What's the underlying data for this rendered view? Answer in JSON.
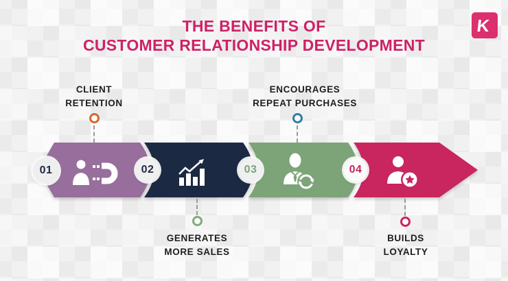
{
  "title": {
    "line1": "THE BENEFITS OF",
    "line2": "CUSTOMER RELATIONSHIP DEVELOPMENT",
    "color": "#CE2167"
  },
  "logo": {
    "monogram": "K",
    "background_color": "#DC2F6E"
  },
  "band": {
    "direction": "left-to-right",
    "arrowhead": "right"
  },
  "steps": [
    {
      "number": "01",
      "label_lines": [
        "CLIENT",
        "RETENTION"
      ],
      "label_position": "above",
      "icon": "person-magnet-icon",
      "segment_color": "#976E9C",
      "dot_color": "#D4692F",
      "number_color": "#1B2A42"
    },
    {
      "number": "02",
      "label_lines": [
        "GENERATES",
        "MORE SALES"
      ],
      "label_position": "below",
      "icon": "bar-chart-growth-icon",
      "segment_color": "#1B2A42",
      "dot_color": "#7FAD7C",
      "number_color": "#1B2A42"
    },
    {
      "number": "03",
      "label_lines": [
        "ENCOURAGES",
        "REPEAT PURCHASES"
      ],
      "label_position": "above",
      "icon": "customer-repeat-icon",
      "segment_color": "#7CA478",
      "dot_color": "#2E7CA8",
      "number_color": "#7CA478"
    },
    {
      "number": "04",
      "label_lines": [
        "BUILDS",
        "LOYALTY"
      ],
      "label_position": "below",
      "icon": "loyal-customer-star-icon",
      "segment_color": "#C9255F",
      "dot_color": "#C9255F",
      "number_color": "#C9255F"
    }
  ]
}
